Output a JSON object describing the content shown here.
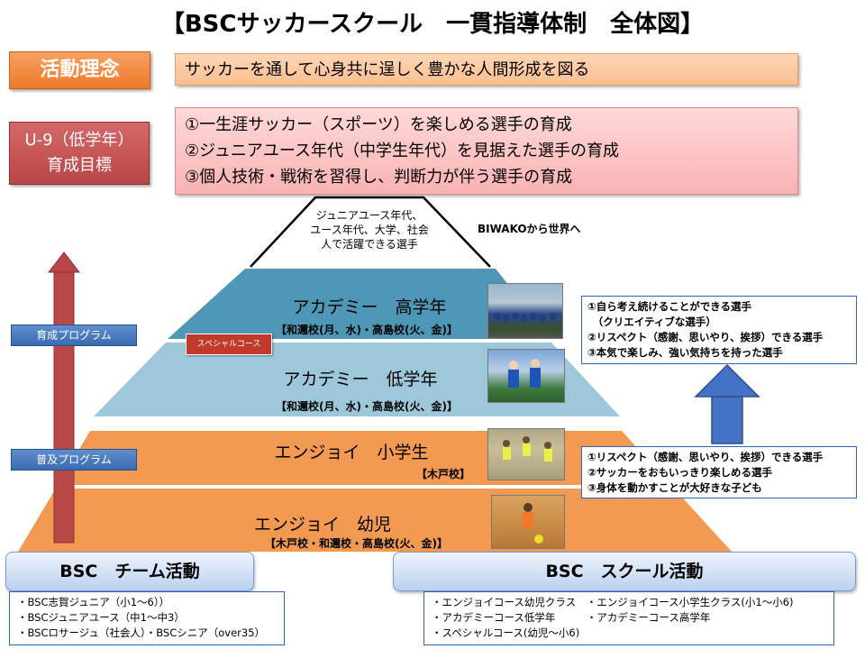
{
  "title": "【BSCサッカースクール　一貫指導体制　全体図】",
  "philosophy": {
    "label": "活動理念",
    "text": "サッカーを通して心身共に逞しく豊かな人間形成を図る"
  },
  "goals": {
    "label_line1": "U-9（低学年）",
    "label_line2": "育成目標",
    "items": [
      "①一生涯サッカー（スポーツ）を楽しめる選手の育成",
      "②ジュニアユース年代（中学生年代）を見据えた選手の育成",
      "③個人技術・戦術を習得し、判断力が伴う選手の育成"
    ]
  },
  "pyramid": {
    "apex_lines": [
      "ジュニアユース年代、",
      "ユース年代、大学、社会",
      "人で活躍できる選手"
    ],
    "world_text": "BIWAKOから世界へ",
    "tiers": [
      {
        "label": "アカデミー　高学年",
        "sub": "【和邇校(月、水)・高島校(火、金)】"
      },
      {
        "label": "アカデミー　低学年",
        "sub": "【和邇校(月、水)・高島校(火、金)】"
      },
      {
        "label": "エンジョイ　小学生",
        "sub": "【木戸校】"
      },
      {
        "label": "エンジョイ　幼児",
        "sub": "【木戸校・和邇校・高島校(火、金)】"
      }
    ],
    "special_course": "スペシャルコース",
    "colors": {
      "blue_tier": "#4f97b6",
      "light_blue_tier": "#9cc8da",
      "orange_tier": "#f39a52"
    }
  },
  "programs": {
    "development": "育成プログラム",
    "popularization": "普及プログラム"
  },
  "notes_upper": [
    "①自ら考え続けることができる選手",
    "　（クリエイティブな選手）",
    "②リスペクト（感謝、思いやり、挨拶）できる選手",
    "③本気で楽しみ、強い気持ちを持った選手"
  ],
  "notes_lower": [
    "①リスペクト（感謝、思いやり、挨拶）できる選手",
    "②サッカーをおもいっきり楽しめる選手",
    "③身体を動かすことが大好きな子ども"
  ],
  "team_activity": {
    "header": "BSC　チーム活動",
    "items": [
      "・BSC志賀ジュニア（小1～6））",
      "・BSCジュニアユース（中1～中3）",
      "・BSCロサージュ（社会人）・BSCシニア（over35）"
    ]
  },
  "school_activity": {
    "header": "BSC　スクール活動",
    "items": [
      "・エンジョイコース幼児クラス　・エンジョイコース小学生クラス(小1～小6)",
      "・アカデミーコース低学年　　　・アカデミーコース高学年",
      "・スペシャルコース(幼児～小6)"
    ]
  }
}
